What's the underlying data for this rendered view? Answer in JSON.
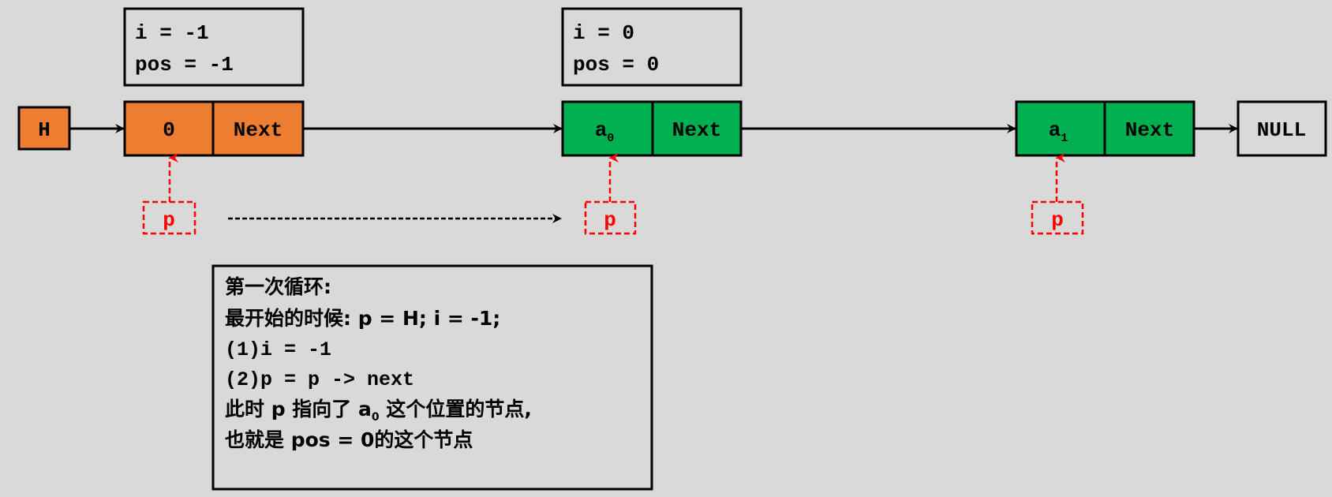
{
  "colors": {
    "background": "#d9d9d9",
    "orange": "#ed7d31",
    "green": "#00b050",
    "pointer": "#ff0000",
    "stroke": "#000000"
  },
  "head": {
    "label": "H"
  },
  "nodes": [
    {
      "data": "0",
      "data_sub": "",
      "next": "Next",
      "color": "#ed7d31",
      "info": {
        "line1": "i = -1",
        "line2": "pos = -1"
      }
    },
    {
      "data": "a",
      "data_sub": "0",
      "next": "Next",
      "color": "#00b050",
      "info": {
        "line1": "i = 0",
        "line2": "pos = 0"
      }
    },
    {
      "data": "a",
      "data_sub": "1",
      "next": "Next",
      "color": "#00b050"
    }
  ],
  "null_label": "NULL",
  "pointer_label": "p",
  "explanation": {
    "lines": [
      "第一次循环:",
      "最开始的时候: p = H; i = -1;",
      "(1)i = -1",
      "(2)p = p -> next",
      "此时 p 指向了 a",
      "0",
      " 这个位置的节点,",
      "也就是 pos = 0的这个节点"
    ]
  }
}
